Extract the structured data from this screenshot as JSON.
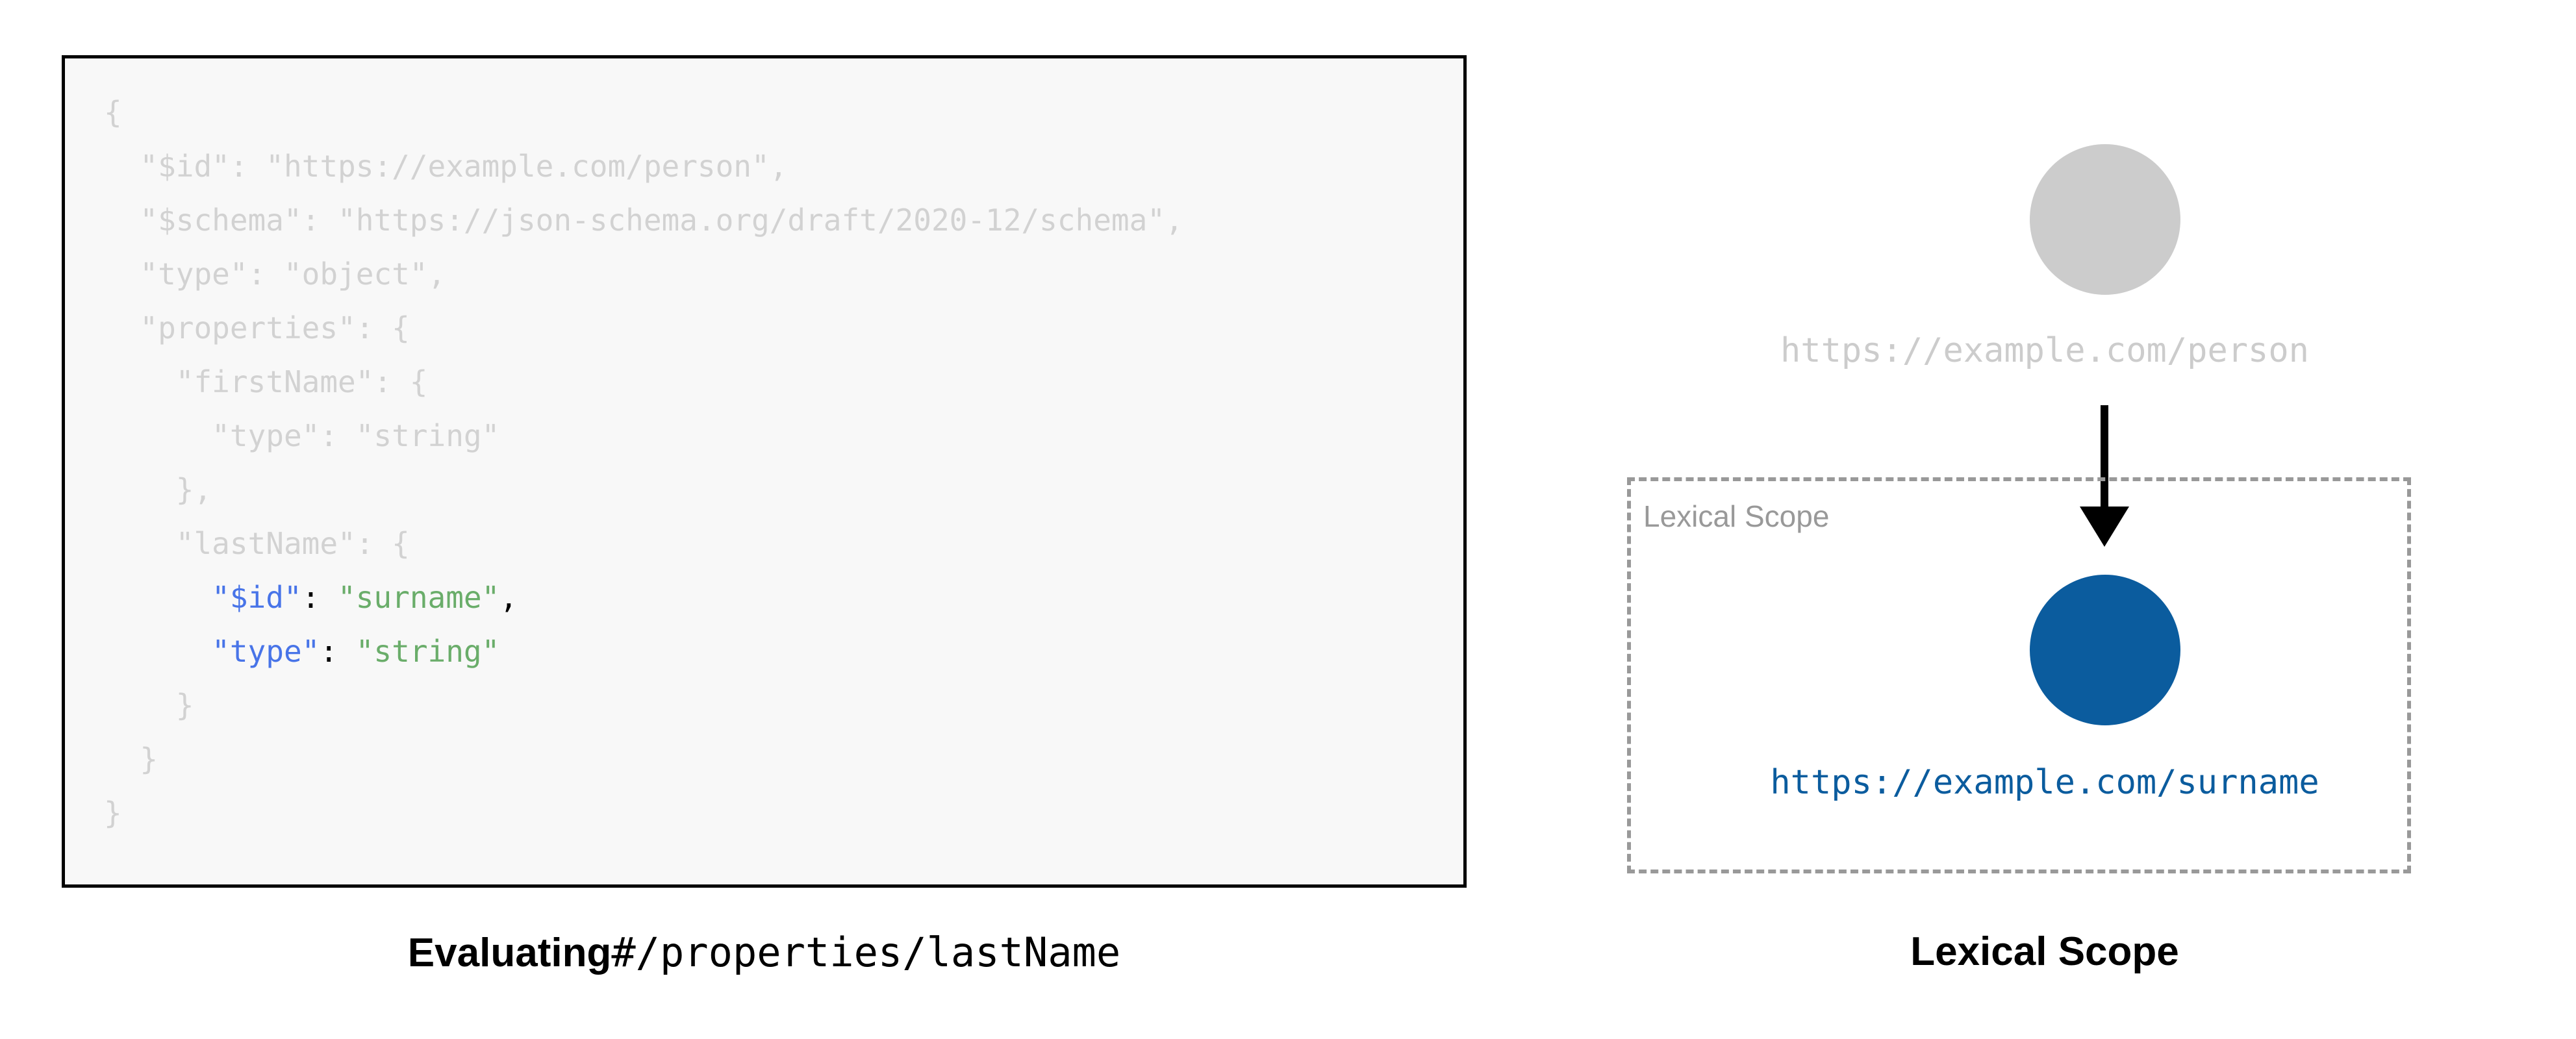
{
  "code_panel": {
    "background": "#f8f8f8",
    "border_color": "#000000",
    "dim_color": "#d2d2d2",
    "key_color": "#4874e8",
    "string_color": "#6aad6a",
    "lines": [
      {
        "indent": 0,
        "segments": [
          {
            "text": "{",
            "type": "dim"
          }
        ]
      },
      {
        "indent": 1,
        "segments": [
          {
            "text": "\"$id\": \"https://example.com/person\",",
            "type": "dim"
          }
        ]
      },
      {
        "indent": 1,
        "segments": [
          {
            "text": "\"$schema\": \"https://json-schema.org/draft/2020-12/schema\",",
            "type": "dim"
          }
        ]
      },
      {
        "indent": 1,
        "segments": [
          {
            "text": "\"type\": \"object\",",
            "type": "dim"
          }
        ]
      },
      {
        "indent": 1,
        "segments": [
          {
            "text": "\"properties\": {",
            "type": "dim"
          }
        ]
      },
      {
        "indent": 2,
        "segments": [
          {
            "text": "\"firstName\": {",
            "type": "dim"
          }
        ]
      },
      {
        "indent": 3,
        "segments": [
          {
            "text": "\"type\": \"string\"",
            "type": "dim"
          }
        ]
      },
      {
        "indent": 2,
        "segments": [
          {
            "text": "},",
            "type": "dim"
          }
        ]
      },
      {
        "indent": 2,
        "segments": [
          {
            "text": "\"lastName\": {",
            "type": "dim"
          }
        ]
      },
      {
        "indent": 3,
        "segments": [
          {
            "text": "\"$id\"",
            "type": "key"
          },
          {
            "text": ": ",
            "type": "punct"
          },
          {
            "text": "\"surname\"",
            "type": "str"
          },
          {
            "text": ",",
            "type": "punct"
          }
        ]
      },
      {
        "indent": 3,
        "segments": [
          {
            "text": "\"type\"",
            "type": "key"
          },
          {
            "text": ": ",
            "type": "punct"
          },
          {
            "text": "\"string\"",
            "type": "str"
          }
        ]
      },
      {
        "indent": 2,
        "segments": [
          {
            "text": "}",
            "type": "dim"
          }
        ]
      },
      {
        "indent": 1,
        "segments": [
          {
            "text": "}",
            "type": "dim"
          }
        ]
      },
      {
        "indent": 0,
        "segments": [
          {
            "text": "}",
            "type": "dim"
          }
        ]
      }
    ]
  },
  "left_caption": {
    "bold_text": "Evaluating",
    "mono_text": "#/properties/lastName"
  },
  "diagram": {
    "root_node": {
      "label": "https://example.com/person",
      "color": "#cccccc"
    },
    "scope_box": {
      "inner_label": "Lexical Scope",
      "border_color": "#999999",
      "label_color": "#999999"
    },
    "scoped_node": {
      "label": "https://example.com/surname",
      "color": "#0b5c9e"
    },
    "arrow": {
      "name": "downward-arrow",
      "color": "#000000"
    }
  },
  "right_caption": {
    "text": "Lexical Scope"
  }
}
